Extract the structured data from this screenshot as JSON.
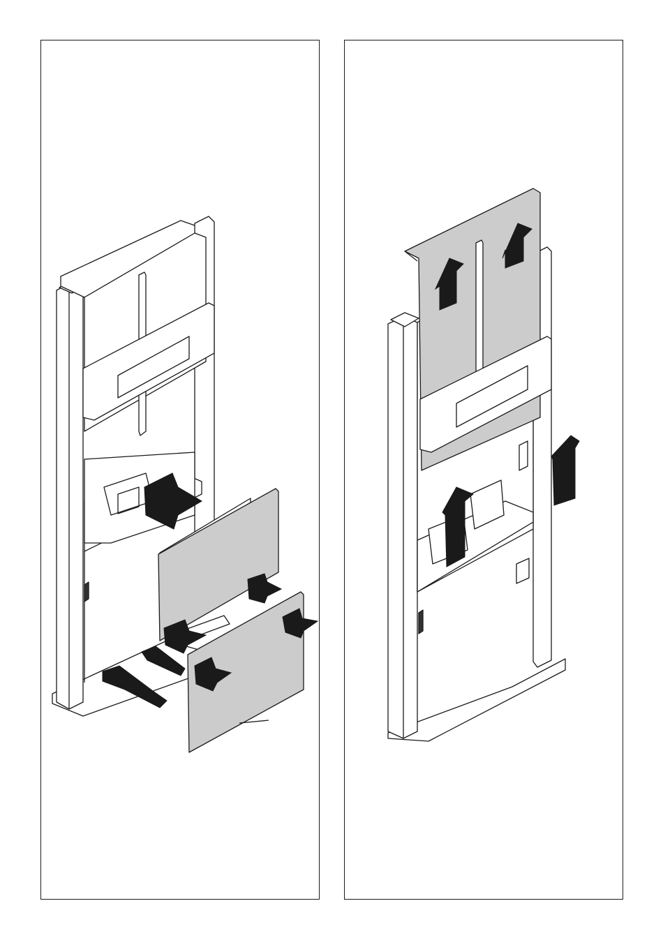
{
  "document": {
    "type": "assembly-instruction-page",
    "figures": [
      {
        "id": "left",
        "description_icon": "remove-front-panels-figure",
        "arrows": "outward-removal-arrows"
      },
      {
        "id": "right",
        "description_icon": "lift-cover-figure",
        "arrows": "upward-lift-arrows"
      }
    ],
    "colors": {
      "panel_fill": "#cccccc",
      "arrow_fill": "#1a1a1a",
      "line": "#1a1a1a",
      "background": "#ffffff"
    }
  }
}
